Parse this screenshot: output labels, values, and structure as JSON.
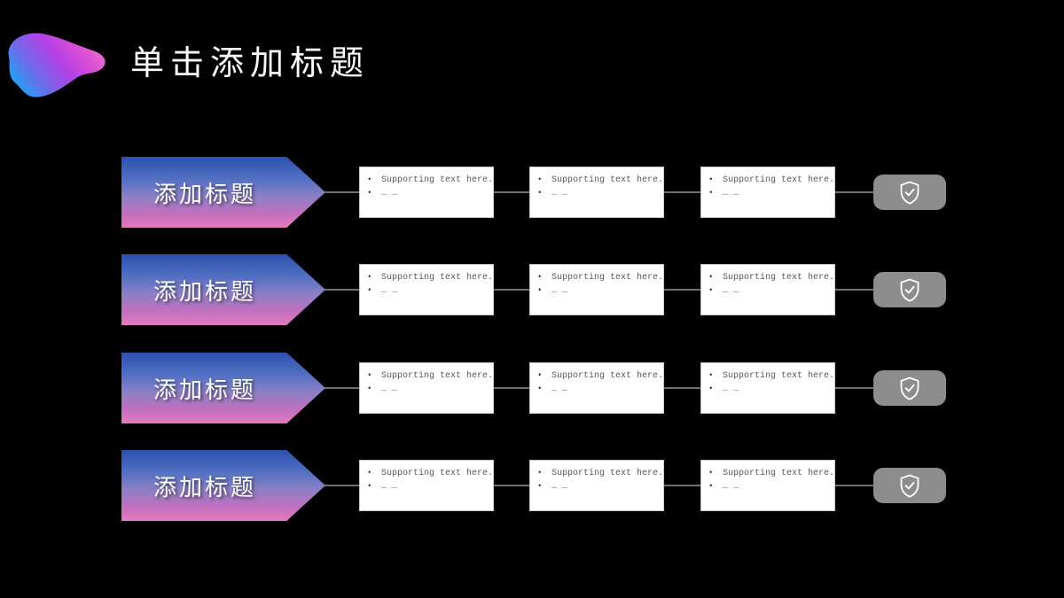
{
  "header": {
    "title": "单击添加标题",
    "logo_icon": "gradient-blob-logo"
  },
  "box_bullet": "•",
  "rows": [
    {
      "label": "添加标题",
      "icon": "shield-check-icon",
      "boxes": [
        {
          "lines": [
            "Supporting text here.",
            "… …"
          ]
        },
        {
          "lines": [
            "Supporting text here.",
            "… …"
          ]
        },
        {
          "lines": [
            "Supporting text here.",
            "… …"
          ]
        }
      ]
    },
    {
      "label": "添加标题",
      "icon": "shield-check-icon",
      "boxes": [
        {
          "lines": [
            "Supporting text here.",
            "… …"
          ]
        },
        {
          "lines": [
            "Supporting text here.",
            "… …"
          ]
        },
        {
          "lines": [
            "Supporting text here.",
            "… …"
          ]
        }
      ]
    },
    {
      "label": "添加标题",
      "icon": "shield-check-icon",
      "boxes": [
        {
          "lines": [
            "Supporting text here.",
            "… …"
          ]
        },
        {
          "lines": [
            "Supporting text here.",
            "… …"
          ]
        },
        {
          "lines": [
            "Supporting text here.",
            "… …"
          ]
        }
      ]
    },
    {
      "label": "添加标题",
      "icon": "shield-check-icon",
      "boxes": [
        {
          "lines": [
            "Supporting text here.",
            "… …"
          ]
        },
        {
          "lines": [
            "Supporting text here.",
            "… …"
          ]
        },
        {
          "lines": [
            "Supporting text here.",
            "… …"
          ]
        }
      ]
    }
  ],
  "colors": {
    "background": "#000000",
    "title_text": "#fbfbfb",
    "arrow_gradient_top": "#2b50ae",
    "arrow_gradient_mid": "#8a80c6",
    "arrow_gradient_bottom": "#e37abf",
    "arrow_label_text": "#ffffff",
    "box_background": "#ffffff",
    "box_text": "#575757",
    "connector_line": "#6f6f6f",
    "shield_button_background": "#8d8d8d",
    "shield_icon": "#ffffff",
    "blob_cyan": "#1ea9f4",
    "blob_violet": "#8a55e8",
    "blob_magenta": "#d935e3",
    "blob_pink": "#ef6ccc",
    "blob_yellow": "#ffd84e"
  }
}
